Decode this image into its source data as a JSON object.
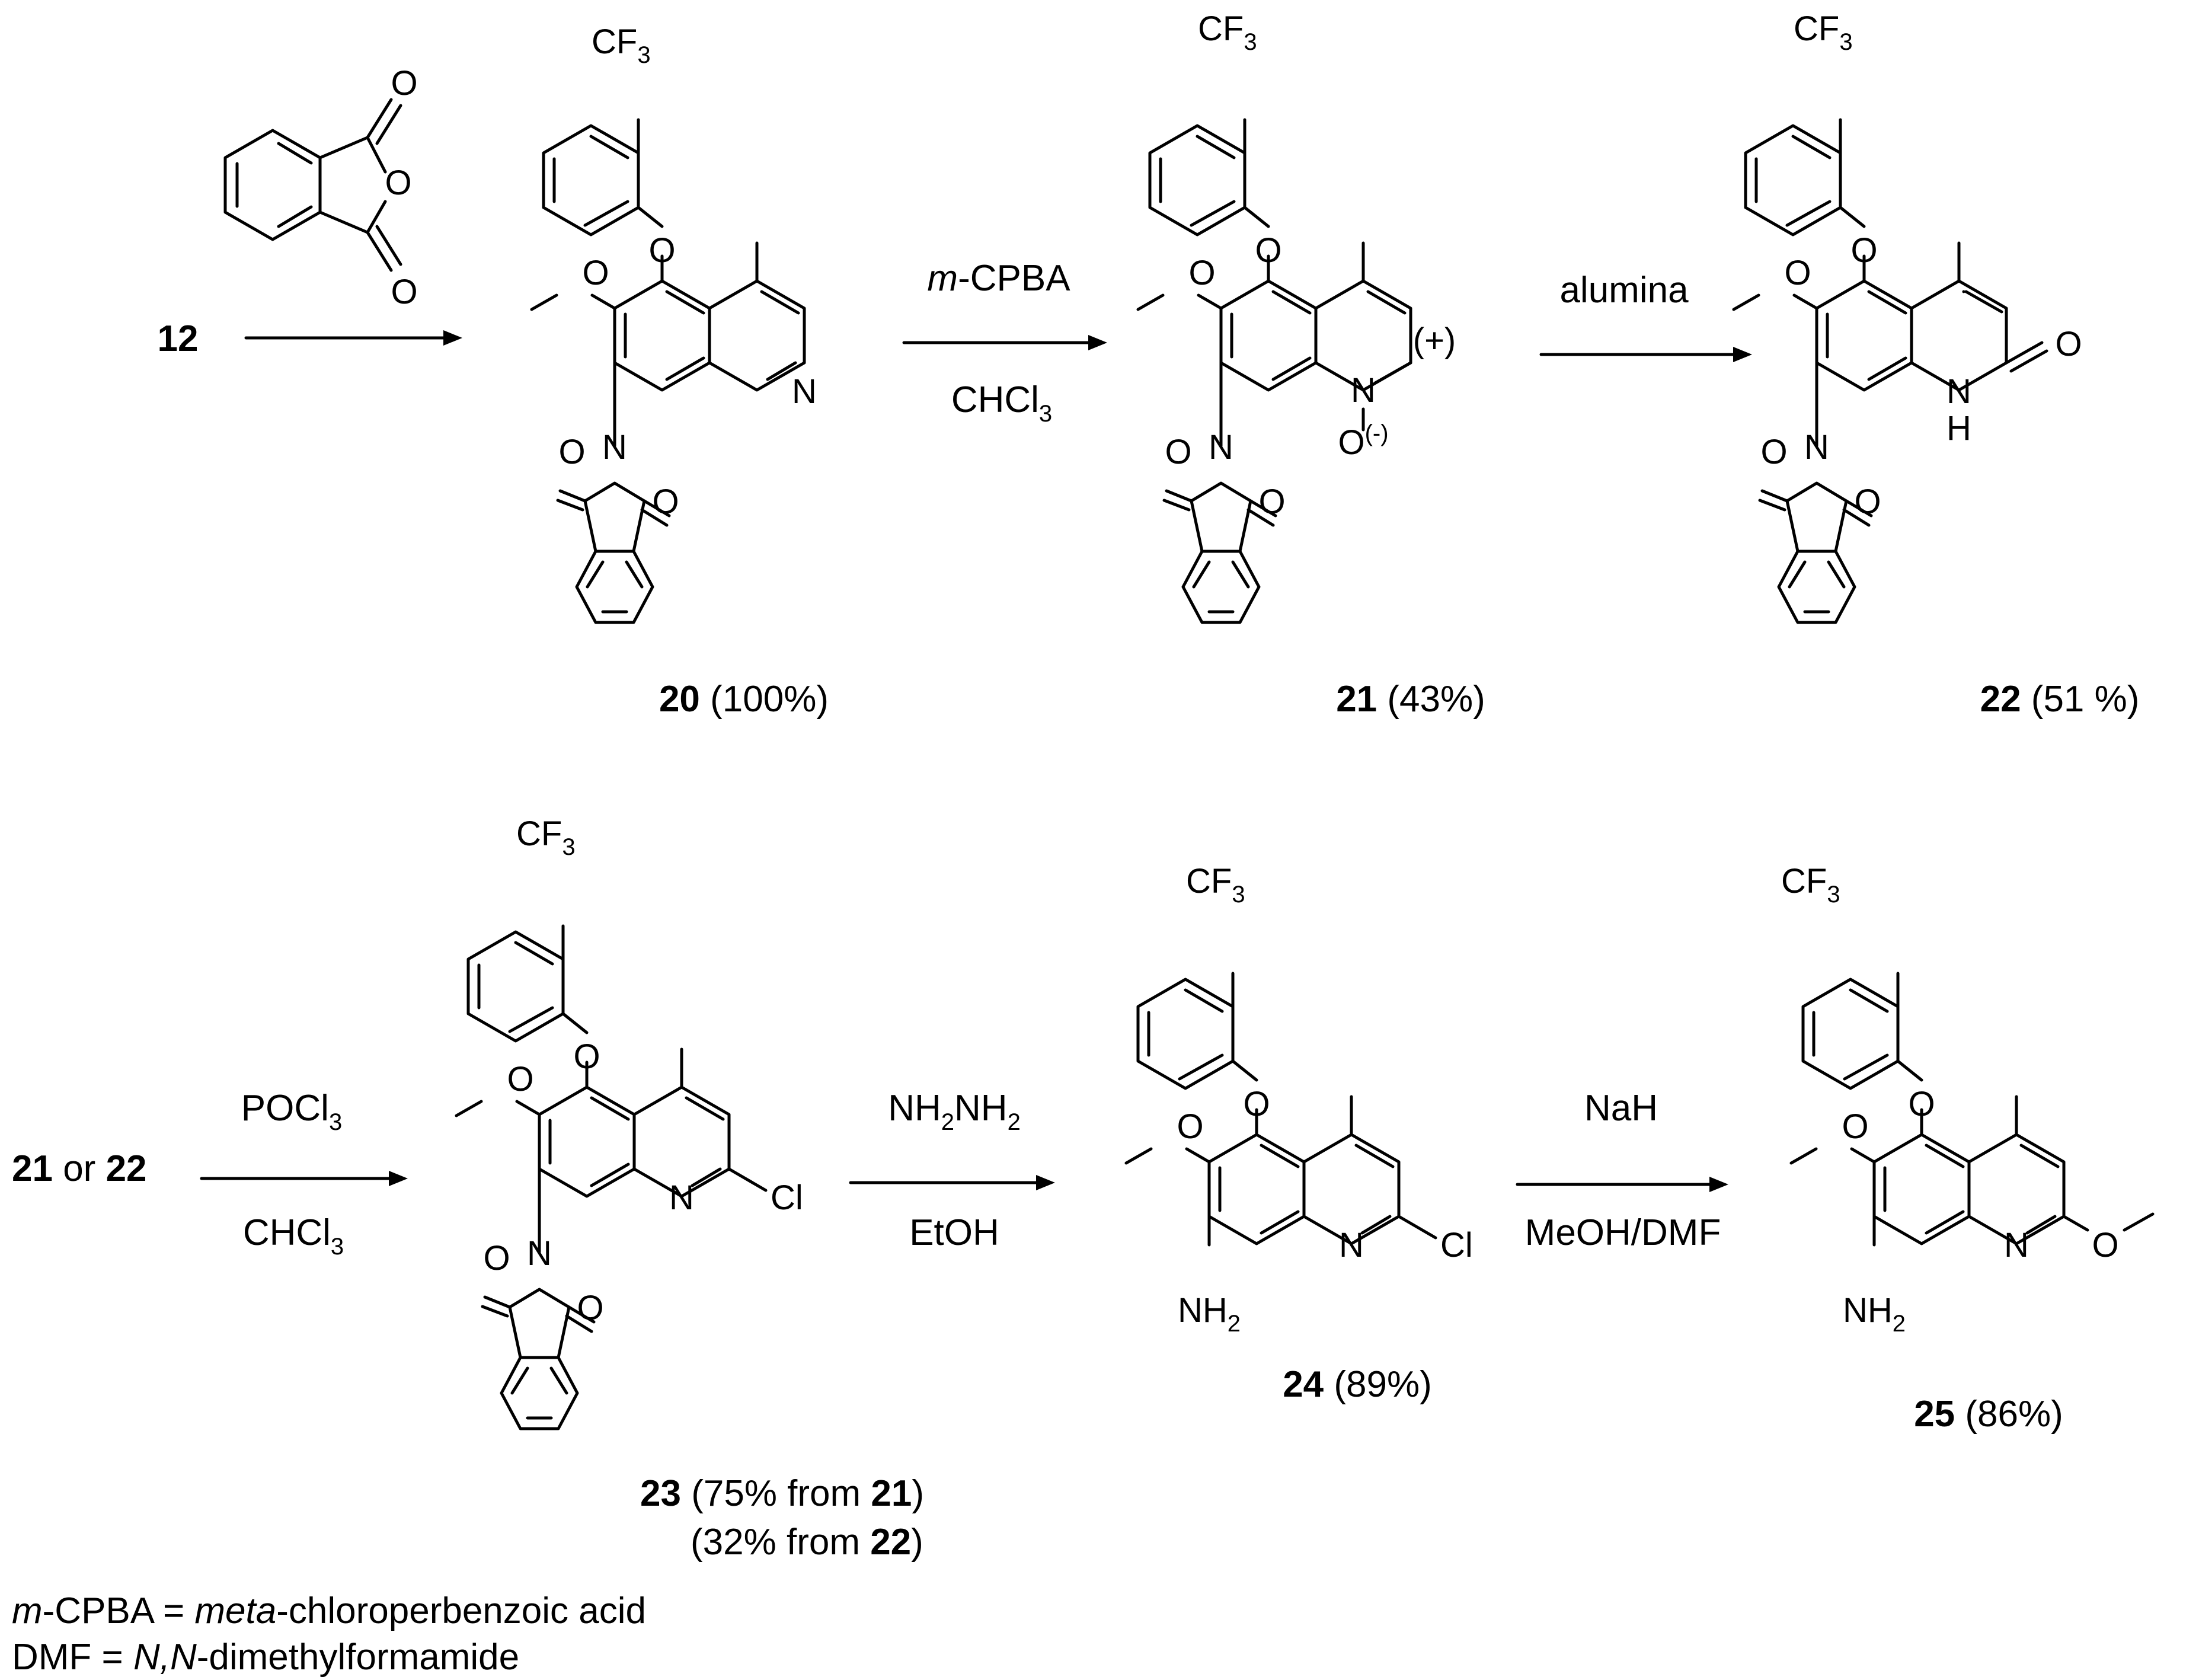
{
  "reagents": {
    "step1_start": "12",
    "step2_top": "m-CPBA",
    "step2_top_italic": "m",
    "step2_top_rest": "-CPBA",
    "step2_bottom": "CHCl3",
    "step3_top": "alumina",
    "step4_start_a": "21",
    "step4_start_or": " or ",
    "step4_start_b": "22",
    "step4_top": "POCl3",
    "step4_bottom": "CHCl3",
    "step5_top": "NH2NH2",
    "step5_bottom": "EtOH",
    "step6_top": "NaH",
    "step6_bottom": "MeOH/DMF"
  },
  "compounds": [
    {
      "id": "20",
      "yield": "(100%)"
    },
    {
      "id": "21",
      "yield": "(43%)"
    },
    {
      "id": "22",
      "yield": "(51 %)"
    },
    {
      "id": "23",
      "yield_a_pre": "(75% from ",
      "yield_a_ref": "21",
      "yield_b_pre": "(32% from ",
      "yield_b_ref": "22",
      "close": ")"
    },
    {
      "id": "24",
      "yield": "(89%)"
    },
    {
      "id": "25",
      "yield": "(86%)"
    }
  ],
  "atoms": {
    "o": "O",
    "n": "N",
    "h": "H",
    "cl": "Cl",
    "cf": "CF",
    "three": "3",
    "two": "2",
    "plus": "(+)",
    "minus": "(-)"
  },
  "footnotes": [
    {
      "abbr_italic": "m",
      "abbr_rest": "-CPBA = ",
      "def_italic": "meta",
      "def_rest": "-chloroperbenzoic acid"
    },
    {
      "abbr_italic": "",
      "abbr_rest": "DMF = ",
      "def_italic": "N,N",
      "def_rest": "-dimethylformamide"
    }
  ]
}
